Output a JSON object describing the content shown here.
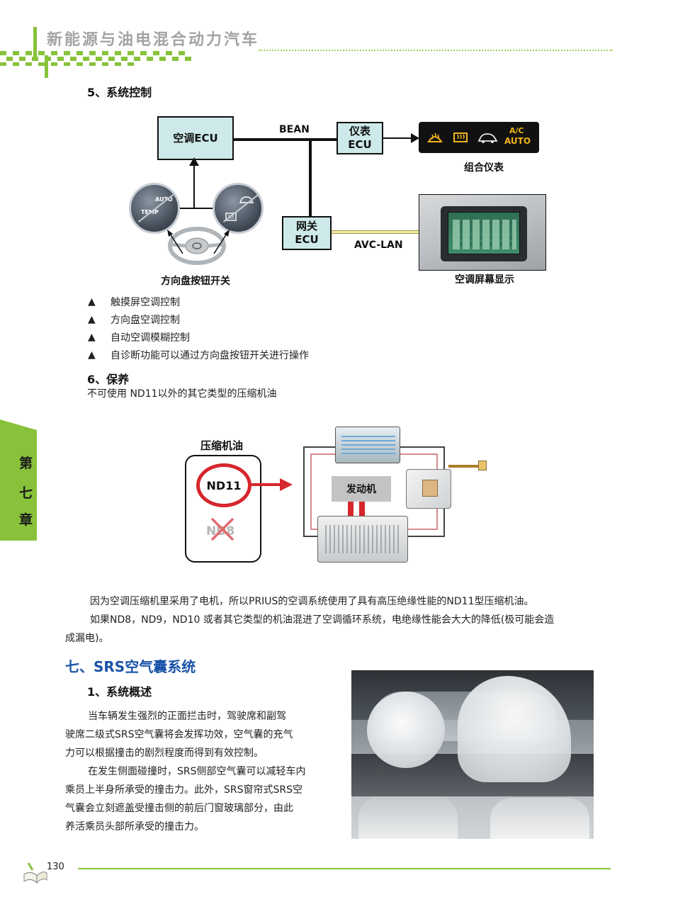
{
  "header": {
    "title": "新能源与油电混合动力汽车"
  },
  "sec5": {
    "heading": "5、系统控制",
    "ac_ecu": "空调ECU",
    "bean": "BEAN",
    "meter_ecu_1": "仪表",
    "meter_ecu_2": "ECU",
    "gateway_ecu_1": "网关",
    "gateway_ecu_2": "ECU",
    "avc_lan": "AVC-LAN",
    "combo_meter": "组合仪表",
    "steer_switch": "方向盘按钮开关",
    "screen_display": "空调屏幕显示",
    "dash_ac": "A/C",
    "dash_auto": "AUTO",
    "btn_auto": "AUTO",
    "btn_temp": "TEMP",
    "bullets": [
      "触摸屏空调控制",
      "方向盘空调控制",
      "自动空调模糊控制",
      "自诊断功能可以通过方向盘按钮开关进行操作"
    ],
    "bullet_mark": "▲"
  },
  "sec6": {
    "heading": "6、保养",
    "line": "不可使用 ND11以外的其它类型的压缩机油",
    "oil_title": "压缩机油",
    "nd11": "ND11",
    "nd8": "ND8",
    "engine": "发动机",
    "para1": "因为空调压缩机里采用了电机，所以PRIUS的空调系统使用了具有高压绝缘性能的ND11型压缩机油。",
    "para2a": "如果ND8，ND9，ND10 或者其它类型的机油混进了空调循环系统，电绝缘性能会大大的降低(极可能会造",
    "para2b": "成漏电)。"
  },
  "chapter": [
    "第",
    "七",
    "章"
  ],
  "sec7": {
    "title": "七、SRS空气囊系统",
    "heading": "1、系统概述",
    "lines": [
      "当车辆发生强烈的正面拦击时，驾驶席和副驾",
      "驶席二级式SRS空气囊将会发挥功效，空气囊的充气",
      "力可以根据撞击的剧烈程度而得到有效控制。",
      "在发生侧面碰撞时，SRS侧部空气囊可以减轻车内",
      "乘员上半身所承受的撞击力。此外，SRS窗帘式SRS空",
      "气囊会立刻遮盖受撞击侧的前后门窗玻璃部分，由此",
      "养活乘员头部所承受的撞击力。"
    ]
  },
  "footer": {
    "page": "130"
  }
}
